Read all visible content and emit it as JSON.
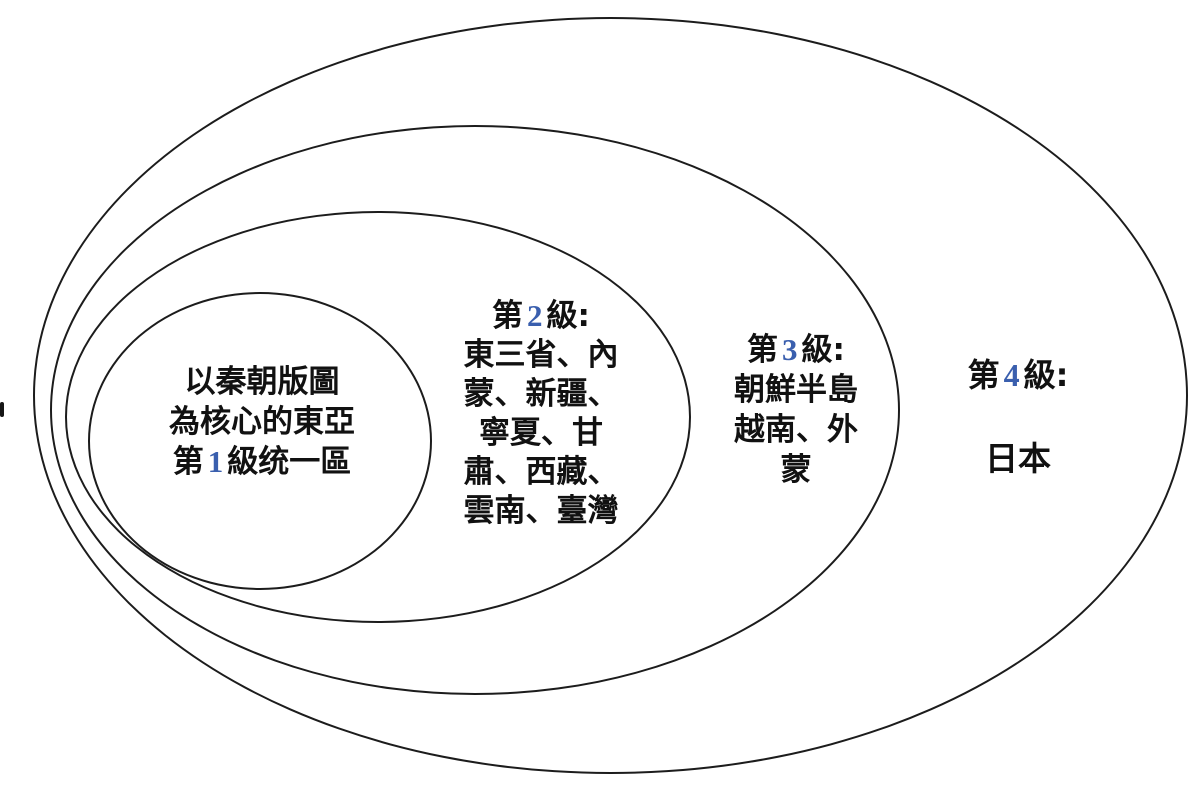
{
  "diagram": {
    "background_color": "#ffffff",
    "stroke_color": "#1c1c1c",
    "text_color": "#111111",
    "digit_color": "#3a5fae",
    "levels": [
      {
        "id": "level-1",
        "digit": "1",
        "line1": "以秦朝版圖",
        "line2": "為核心的東亞",
        "line3_prefix": "第",
        "line3_suffix": "級统一區"
      },
      {
        "id": "level-2",
        "title_prefix": "第",
        "digit": "2",
        "title_suffix": "級:",
        "lines": [
          "東三省、內",
          "蒙、新疆、",
          "寧夏、甘",
          "肅、西藏、",
          "雲南、臺灣"
        ]
      },
      {
        "id": "level-3",
        "title_prefix": "第",
        "digit": "3",
        "title_suffix": "級:",
        "lines": [
          "朝鮮半島",
          "越南、外",
          "蒙"
        ]
      },
      {
        "id": "level-4",
        "title_prefix": "第",
        "digit": "4",
        "title_suffix": "級:",
        "lines": [
          "日本"
        ]
      }
    ]
  }
}
